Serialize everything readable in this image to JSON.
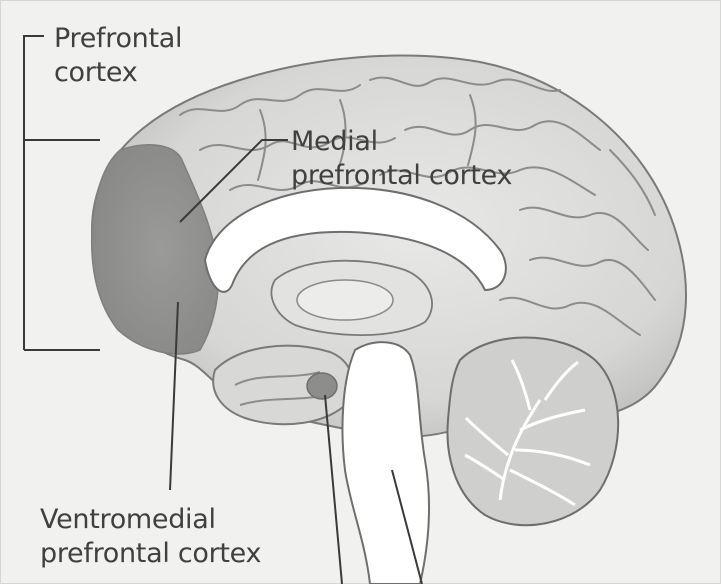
{
  "labels": {
    "prefrontal_cortex": [
      "Prefrontal",
      "cortex"
    ],
    "medial_prefrontal_cortex": [
      "Medial",
      "prefrontal cortex"
    ],
    "ventromedial_prefrontal_cortex": [
      "Ventromedial",
      "prefrontal cortex"
    ]
  },
  "colors": {
    "background": "#f1f1ef",
    "brain_fill": "#dcdcda",
    "gyri_outline": "#8a8a88",
    "highlight_region": "#8f8f8d",
    "label_text": "#404040",
    "leader_line": "#3a3a3a"
  }
}
